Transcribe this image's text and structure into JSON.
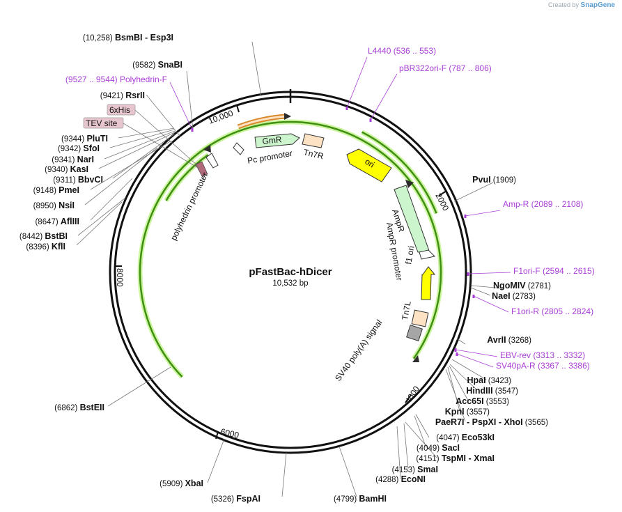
{
  "watermark": {
    "prefix": "Created by",
    "brand": "SnapGene"
  },
  "plasmid": {
    "name": "pFastBac-hDicer",
    "size": "10,532 bp"
  },
  "ticks": [
    "2000",
    "4000",
    "6000",
    "8000",
    "10,000"
  ],
  "features": [
    {
      "name": "GmR",
      "color": "#cdf5cd"
    },
    {
      "name": "Tn7R",
      "color": "#fde2c4"
    },
    {
      "name": "ori",
      "color": "#ffff00"
    },
    {
      "name": "AmpR",
      "color": "#cdf5cd"
    },
    {
      "name": "AmpR promoter",
      "color": "#ffffff"
    },
    {
      "name": "f1 ori",
      "color": "#ffff00"
    },
    {
      "name": "Tn7L",
      "color": "#fde2c4"
    },
    {
      "name": "SV40 poly(A) signal",
      "color": "#a6a6a6"
    },
    {
      "name": "Pc promoter",
      "color": "#ffffff"
    },
    {
      "name": "polyhedrin promoter",
      "color": "#ffffff"
    }
  ],
  "enzymes": [
    {
      "pos": "(10,258)",
      "name": "BsmBI",
      "extra": "Esp3I"
    },
    {
      "pos": "(9582)",
      "name": "SnaBI"
    },
    {
      "pos": "(9421)",
      "name": "RsrII"
    },
    {
      "pos": "(9344)",
      "name": "PluTI"
    },
    {
      "pos": "(9342)",
      "name": "SfoI"
    },
    {
      "pos": "(9341)",
      "name": "NarI"
    },
    {
      "pos": "(9340)",
      "name": "KasI"
    },
    {
      "pos": "(9311)",
      "name": "BbvCI"
    },
    {
      "pos": "(9148)",
      "name": "PmeI"
    },
    {
      "pos": "(8950)",
      "name": "NsiI"
    },
    {
      "pos": "(8647)",
      "name": "AflIII"
    },
    {
      "pos": "(8442)",
      "name": "BstBI"
    },
    {
      "pos": "(8396)",
      "name": "KflI"
    },
    {
      "pos": "(6862)",
      "name": "BstEII"
    },
    {
      "pos": "(5909)",
      "name": "XbaI"
    },
    {
      "pos": "(5326)",
      "name": "FspAI"
    },
    {
      "pos": "(4799)",
      "name": "BamHI"
    },
    {
      "pos": "(4288)",
      "name": "EcoNI"
    },
    {
      "pos": "(4153)",
      "name": "SmaI"
    },
    {
      "pos": "(4151)",
      "name": "TspMI",
      "extra": "XmaI"
    },
    {
      "pos": "(4049)",
      "name": "SacI"
    },
    {
      "pos": "(4047)",
      "name": "Eco53kI"
    },
    {
      "pos": "(3565)",
      "name": "PaeR7I",
      "extra": "PspXI",
      "extra2": "XhoI"
    },
    {
      "pos": "(3557)",
      "name": "KpnI"
    },
    {
      "pos": "(3553)",
      "name": "Acc65I"
    },
    {
      "pos": "(3547)",
      "name": "HindIII"
    },
    {
      "pos": "(3423)",
      "name": "HpaI"
    },
    {
      "pos": "(3268)",
      "name": "AvrII"
    },
    {
      "pos": "(2783)",
      "name": "NaeI"
    },
    {
      "pos": "(2781)",
      "name": "NgoMIV"
    },
    {
      "pos": "(1909)",
      "name": "PvuI"
    }
  ],
  "primers": [
    {
      "name": "L4440",
      "range": "(536 .. 553)"
    },
    {
      "name": "pBR322ori-F",
      "range": "(787 .. 806)"
    },
    {
      "name": "Amp-R",
      "range": "(2089 .. 2108)"
    },
    {
      "name": "F1ori-F",
      "range": "(2594 .. 2615)"
    },
    {
      "name": "F1ori-R",
      "range": "(2805 .. 2824)"
    },
    {
      "name": "EBV-rev",
      "range": "(3313 .. 3332)"
    },
    {
      "name": "SV40pA-R",
      "range": "(3367 .. 3386)"
    },
    {
      "name": "Polyhedrin-F",
      "range": "(9527 .. 9544)"
    }
  ],
  "tags": [
    {
      "name": "6xHis",
      "color": "#e8c6cf"
    },
    {
      "name": "TEV site",
      "color": "#e8c6cf"
    }
  ],
  "colors": {
    "primer": "#a93ed6",
    "backbone": "#111111",
    "orf": "#3f8f12",
    "orf_glow": "#cdf5a0"
  }
}
